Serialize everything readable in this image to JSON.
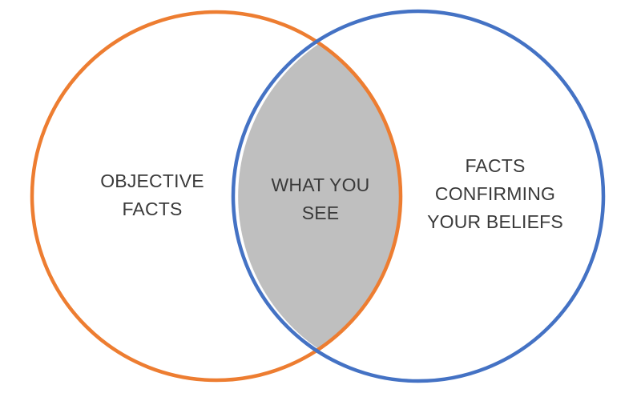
{
  "colors": {
    "left_circle": "#ed7d31",
    "right_circle": "#4472c4",
    "intersection_fill": "#bfbfbf",
    "text": "#3a3a3a"
  },
  "sets": {
    "left": {
      "lines": [
        "OBJECTIVE",
        "FACTS"
      ]
    },
    "intersection": {
      "lines": [
        "WHAT YOU",
        "SEE"
      ]
    },
    "right": {
      "lines": [
        "FACTS",
        "CONFIRMING",
        "YOUR BELIEFS"
      ]
    }
  }
}
